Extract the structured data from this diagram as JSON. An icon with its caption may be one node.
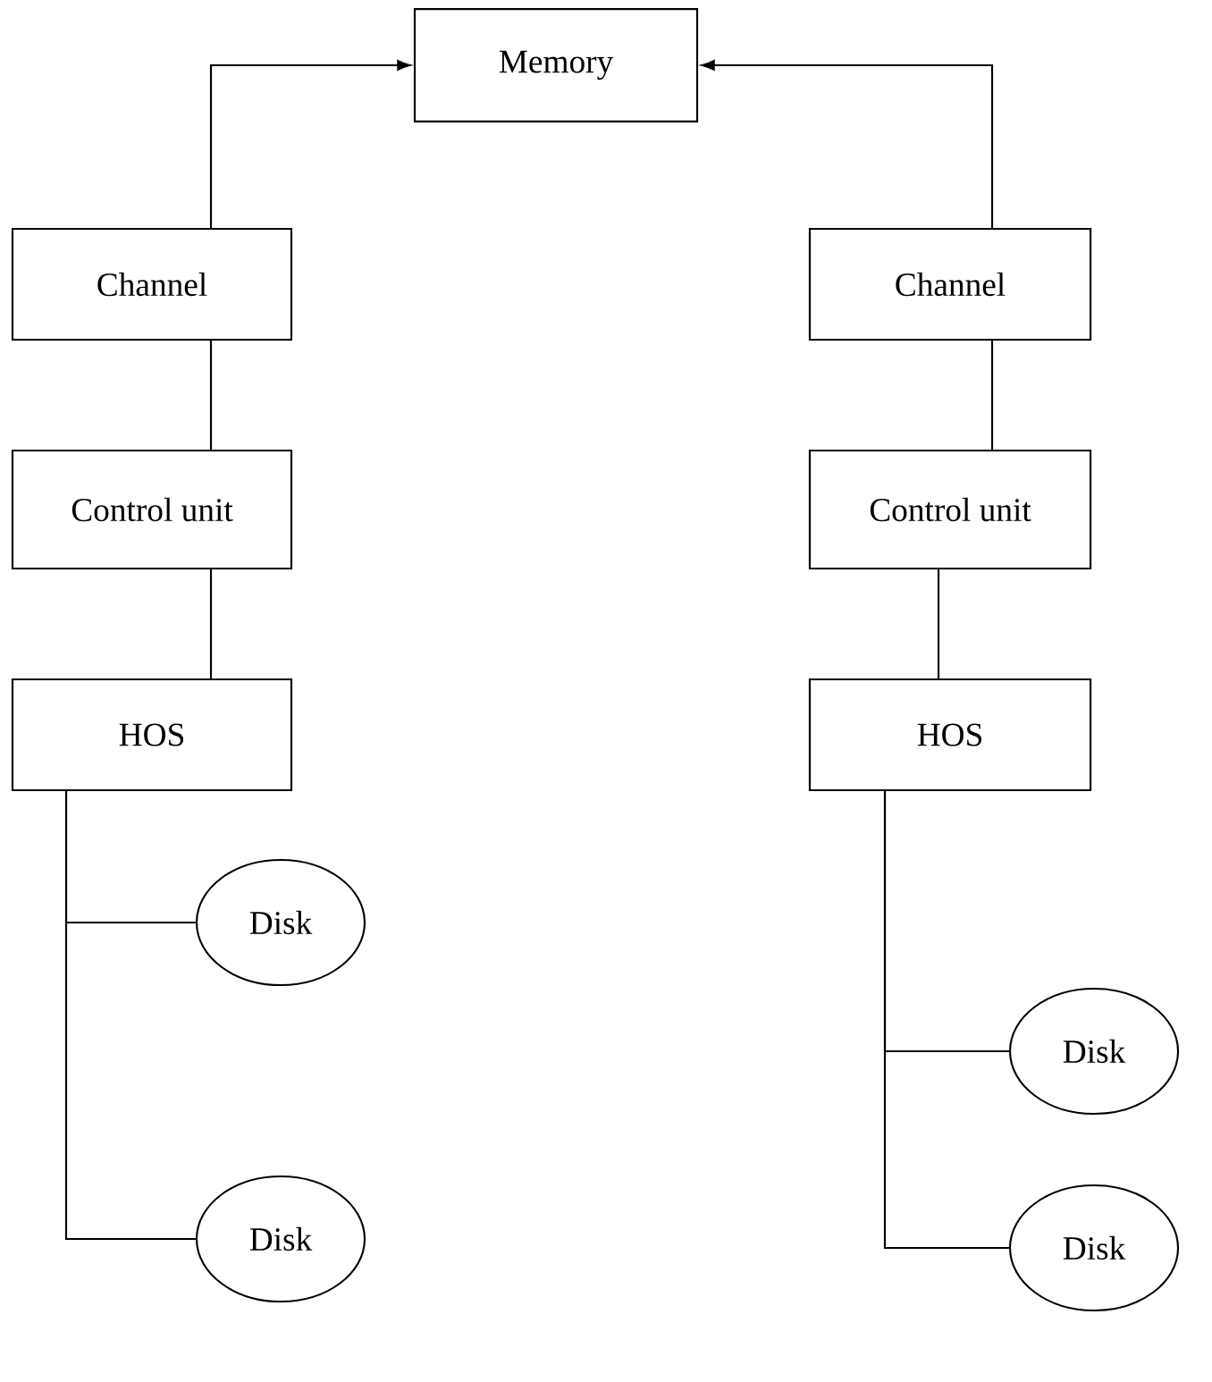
{
  "diagram": {
    "nodes": [
      {
        "text": [
          "Memory"
        ]
      },
      {
        "text": [
          "Channel"
        ]
      },
      {
        "text": [
          "Channel"
        ]
      },
      {
        "text": [
          "Control unit"
        ]
      },
      {
        "text": [
          "Control unit"
        ]
      },
      {
        "text": [
          "HOS"
        ]
      },
      {
        "text": [
          "HOS"
        ]
      },
      {
        "text": [
          "Disk"
        ]
      },
      {
        "text": [
          "Disk"
        ]
      },
      {
        "text": [
          "Disk"
        ]
      },
      {
        "text": [
          "Disk"
        ]
      }
    ],
    "edges": [
      {
        "from": 1,
        "to": 0,
        "arrow": "to"
      },
      {
        "from": 2,
        "to": 0,
        "arrow": "to"
      },
      {
        "from": 1,
        "to": 3,
        "arrow": "none"
      },
      {
        "from": 2,
        "to": 4,
        "arrow": "none"
      },
      {
        "from": 3,
        "to": 5,
        "arrow": "none"
      },
      {
        "from": 4,
        "to": 6,
        "arrow": "none"
      },
      {
        "from": 5,
        "to": 7,
        "arrow": "none"
      },
      {
        "from": 5,
        "to": 9,
        "arrow": "none"
      },
      {
        "from": 6,
        "to": 8,
        "arrow": "none"
      },
      {
        "from": 6,
        "to": 10,
        "arrow": "none"
      }
    ]
  }
}
